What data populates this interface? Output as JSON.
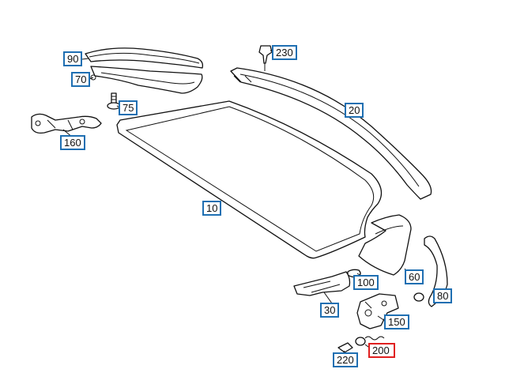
{
  "callouts": [
    {
      "id": "90",
      "label": "90",
      "highlighted": false
    },
    {
      "id": "70",
      "label": "70",
      "highlighted": false
    },
    {
      "id": "75",
      "label": "75",
      "highlighted": false
    },
    {
      "id": "160",
      "label": "160",
      "highlighted": false
    },
    {
      "id": "230",
      "label": "230",
      "highlighted": false
    },
    {
      "id": "20",
      "label": "20",
      "highlighted": false
    },
    {
      "id": "10",
      "label": "10",
      "highlighted": false
    },
    {
      "id": "100",
      "label": "100",
      "highlighted": false
    },
    {
      "id": "60",
      "label": "60",
      "highlighted": false
    },
    {
      "id": "80",
      "label": "80",
      "highlighted": false
    },
    {
      "id": "30",
      "label": "30",
      "highlighted": false
    },
    {
      "id": "150",
      "label": "150",
      "highlighted": false
    },
    {
      "id": "200",
      "label": "200",
      "highlighted": true
    },
    {
      "id": "220",
      "label": "220",
      "highlighted": false
    }
  ],
  "colors": {
    "callout_border": "#1f6fb2",
    "highlight_border": "#e02020",
    "line": "#111111"
  }
}
